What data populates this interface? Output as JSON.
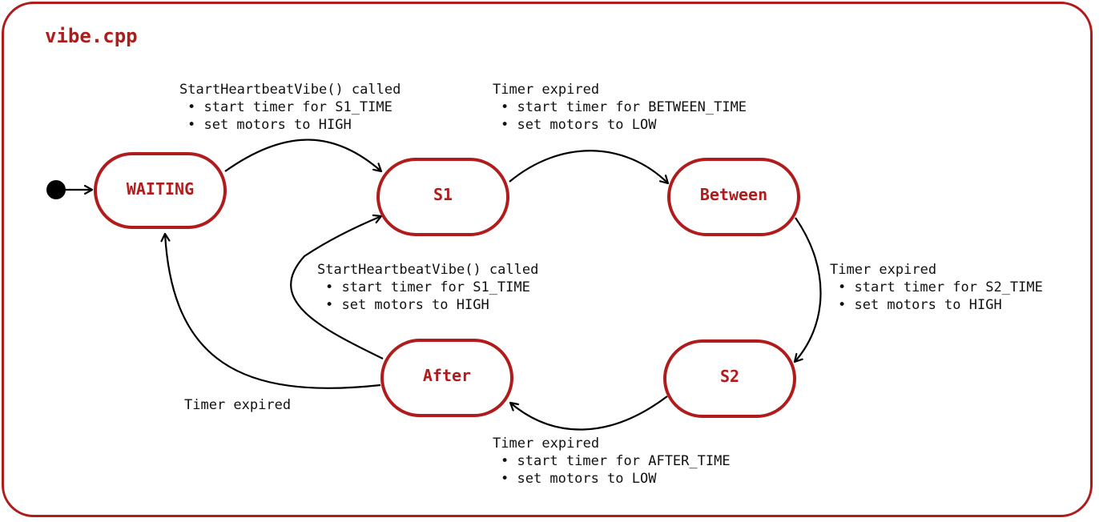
{
  "diagram": {
    "title": "vibe.cpp",
    "colors": {
      "accent": "#b01c1c",
      "edge": "#000000",
      "text": "#111111",
      "background": "#ffffff"
    },
    "states": {
      "waiting": "WAITING",
      "s1": "S1",
      "between": "Between",
      "s2": "S2",
      "after": "After"
    },
    "transitions": {
      "waiting_to_s1": {
        "trigger": "StartHeartbeatVibe() called",
        "actions": [
          "• start timer for S1_TIME",
          "• set motors to HIGH"
        ]
      },
      "s1_to_between": {
        "trigger": "Timer expired",
        "actions": [
          "• start timer for BETWEEN_TIME",
          "• set motors to LOW"
        ]
      },
      "between_to_s2": {
        "trigger": "Timer expired",
        "actions": [
          "• start timer for S2_TIME",
          "• set motors to HIGH"
        ]
      },
      "s2_to_after": {
        "trigger": "Timer expired",
        "actions": [
          "• start timer for AFTER_TIME",
          "• set motors to LOW"
        ]
      },
      "after_to_s1": {
        "trigger": "StartHeartbeatVibe() called",
        "actions": [
          "• start timer for S1_TIME",
          "• set motors to HIGH"
        ]
      },
      "after_to_waiting": {
        "trigger": "Timer expired"
      }
    }
  }
}
